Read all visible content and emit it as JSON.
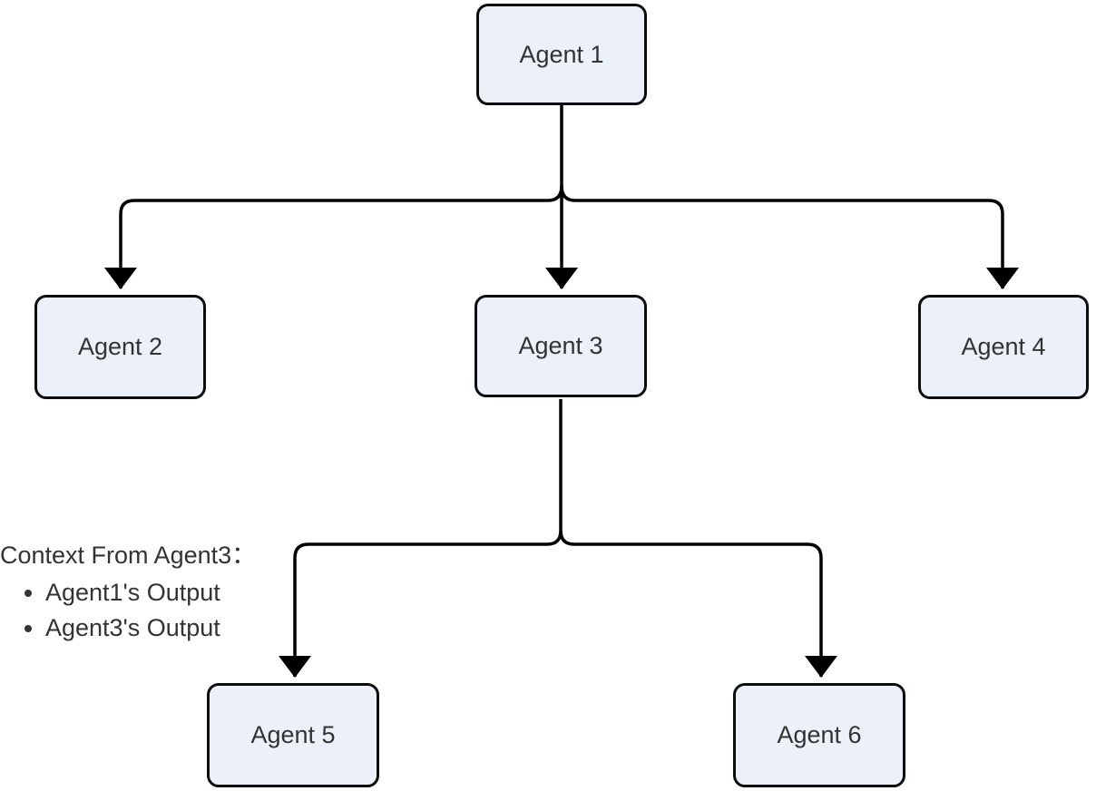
{
  "diagram_type": "flowchart-top-down",
  "nodes": [
    {
      "id": "agent1",
      "label": "Agent 1"
    },
    {
      "id": "agent2",
      "label": "Agent 2"
    },
    {
      "id": "agent3",
      "label": "Agent 3"
    },
    {
      "id": "agent4",
      "label": "Agent 4"
    },
    {
      "id": "agent5",
      "label": "Agent 5"
    },
    {
      "id": "agent6",
      "label": "Agent 6"
    }
  ],
  "edges": [
    {
      "from": "Agent 1",
      "to": "Agent 2"
    },
    {
      "from": "Agent 1",
      "to": "Agent 3"
    },
    {
      "from": "Agent 1",
      "to": "Agent 4"
    },
    {
      "from": "Agent 3",
      "to": "Agent 5"
    },
    {
      "from": "Agent 3",
      "to": "Agent 6"
    }
  ],
  "annotation": {
    "title": "Context From Agent3：",
    "items": [
      "Agent1's Output",
      "Agent3's Output"
    ]
  },
  "colors": {
    "node_fill": "#ECF1F9",
    "node_border": "#0d0d0d",
    "edge_stroke": "#000000",
    "text": "#333333",
    "background": "#ffffff"
  }
}
